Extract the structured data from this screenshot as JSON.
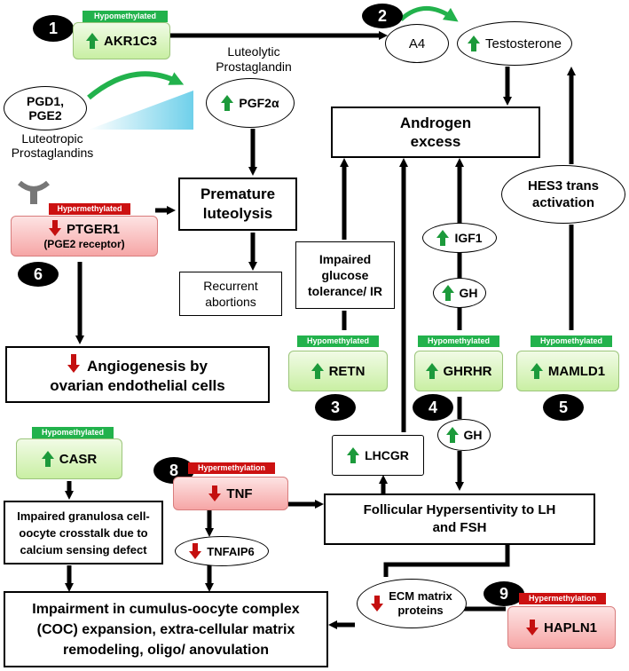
{
  "nodes": {
    "akr1c3": {
      "label": "AKR1C3",
      "tag": "Hypomethylated"
    },
    "a4": {
      "label": "A4"
    },
    "testosterone": {
      "label": "Testosterone"
    },
    "pgd1_pge2": {
      "line1": "PGD1,",
      "line2": "PGE2"
    },
    "luteotropic": {
      "line1": "Luteotropic",
      "line2": "Prostaglandins"
    },
    "luteolytic": {
      "line1": "Luteolytic",
      "line2": "Prostaglandin"
    },
    "pgf2a": {
      "label": "PGF2α"
    },
    "androgen_excess": {
      "line1": "Androgen",
      "line2": "excess"
    },
    "premature_luteolysis": {
      "line1": "Premature",
      "line2": "luteolysis"
    },
    "ptger1": {
      "line1": "PTGER1",
      "line2": "(PGE2 receptor)",
      "tag": "Hypermethylated"
    },
    "recurrent_abortions": {
      "line1": "Recurrent",
      "line2": "abortions"
    },
    "impaired_glucose": {
      "line1": "Impaired",
      "line2": "glucose",
      "line3": "tolerance/ IR"
    },
    "igf1": {
      "label": "IGF1"
    },
    "gh_upper": {
      "label": "GH"
    },
    "hes3": {
      "line1": "HES3 trans",
      "line2": "activation"
    },
    "angiogenesis": {
      "line1": "Angiogenesis by",
      "line2": "ovarian endothelial cells"
    },
    "retn": {
      "label": "RETN",
      "tag": "Hypomethylated"
    },
    "ghrhr": {
      "label": "GHRHR",
      "tag": "Hypomethylated"
    },
    "mamld1": {
      "label": "MAMLD1",
      "tag": "Hypomethylated"
    },
    "casr": {
      "label": "CASR",
      "tag": "Hypomethylated"
    },
    "lhcgr": {
      "label": "LHCGR"
    },
    "gh_lower": {
      "label": "GH"
    },
    "tnf": {
      "label": "TNF",
      "tag": "Hypermethylation"
    },
    "follicular": {
      "line1": "Follicular Hypersentivity to LH",
      "line2": "and FSH"
    },
    "impaired_granulosa": {
      "line1": "Impaired granulosa cell-",
      "line2": "oocyte crosstalk due to",
      "line3": "calcium sensing defect"
    },
    "tnfaip6": {
      "label": "TNFAIP6"
    },
    "coc": {
      "line1": "Impairment in cumulus-oocyte complex",
      "line2": "(COC) expansion, extra-cellular matrix",
      "line3": "remodeling, oligo/ anovulation"
    },
    "ecm": {
      "line1": "ECM matrix",
      "line2": "proteins"
    },
    "hapln1": {
      "label": "HAPLN1",
      "tag": "Hypermethylation"
    }
  },
  "badges": [
    "1",
    "2",
    "3",
    "4",
    "5",
    "6",
    "8",
    "9"
  ],
  "colors": {
    "up_arrow": "#1c9a3b",
    "down_arrow": "#c40f0f",
    "hypo_tag": "#22b24c",
    "hyper_tag": "#cc1111",
    "green_box": "#c9efa3",
    "red_box": "#f6a6a6",
    "curved_arrow": "#22b24c",
    "triangle": "#7fd6ec"
  },
  "icons": {
    "receptor": "receptor-icon"
  }
}
